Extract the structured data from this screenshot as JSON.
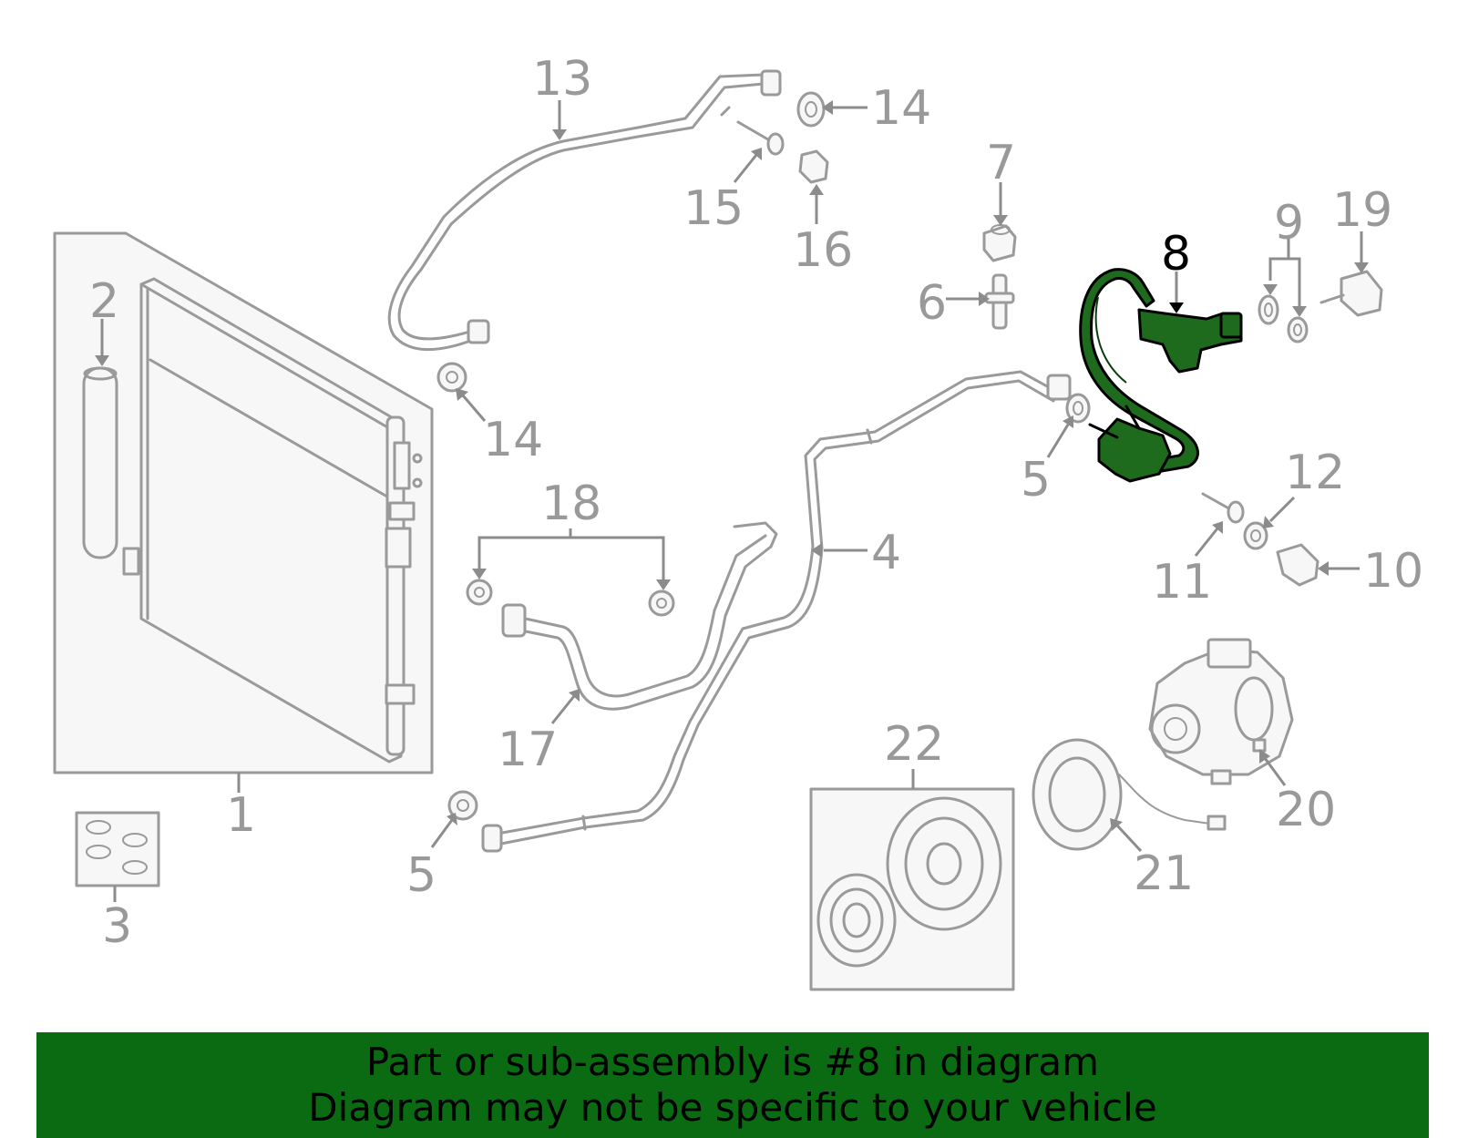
{
  "callouts": [
    "1",
    "2",
    "3",
    "4",
    "5",
    "5",
    "6",
    "7",
    "8",
    "9",
    "10",
    "11",
    "12",
    "13",
    "14",
    "14",
    "15",
    "16",
    "17",
    "18",
    "19",
    "20",
    "21",
    "22"
  ],
  "highlight_part": "8",
  "banner": {
    "line1": "Part or sub-assembly is #8 in diagram",
    "line2": "Diagram may not be specific to your vehicle"
  },
  "colors": {
    "banner_bg": "#0b6b12",
    "highlight": "#1e6b1e",
    "part_stroke": "#9a9a9a",
    "callout_text": "#999999"
  }
}
